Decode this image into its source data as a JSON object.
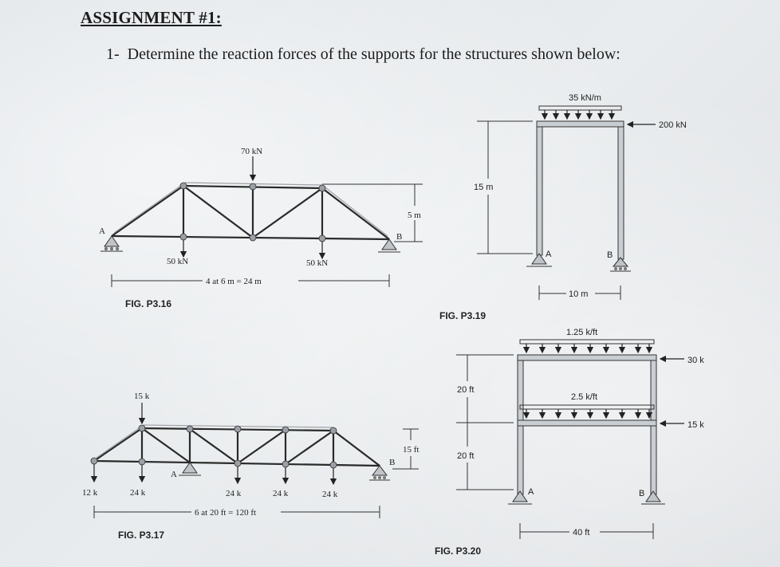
{
  "header": {
    "title": "ASSIGNMENT #1:",
    "q_number": "1-",
    "q_text": "Determine the reaction forces of the supports for the structures shown below:"
  },
  "fig316": {
    "caption": "FIG. P3.16",
    "load_top": "70 kN",
    "load_left": "50 kN",
    "load_right": "50 kN",
    "dim_span": "4 at 6 m = 24 m",
    "dim_height": "5 m",
    "support_a": "A",
    "support_b": "B"
  },
  "fig317": {
    "caption": "FIG. P3.17",
    "load_top": "15 k",
    "bottom_loads": [
      "12 k",
      "24 k",
      "24 k",
      "24 k",
      "24 k"
    ],
    "dim_span": "6 at 20 ft = 120 ft",
    "dim_height": "15 ft",
    "support_a": "A",
    "support_b": "B"
  },
  "fig319": {
    "caption": "FIG. P3.19",
    "dist_load": "35 kN/m",
    "lateral_load": "200 kN",
    "dim_height": "15 m",
    "dim_span": "10 m",
    "support_a": "A",
    "support_b": "B"
  },
  "fig320": {
    "caption": "FIG. P3.20",
    "dist_load_top": "1.25 k/ft",
    "dist_load_mid": "2.5 k/ft",
    "lateral_top": "30 k",
    "lateral_mid": "15 k",
    "dim_upper": "20 ft",
    "dim_lower": "20 ft",
    "dim_span": "40 ft",
    "support_a": "A",
    "support_b": "B"
  }
}
